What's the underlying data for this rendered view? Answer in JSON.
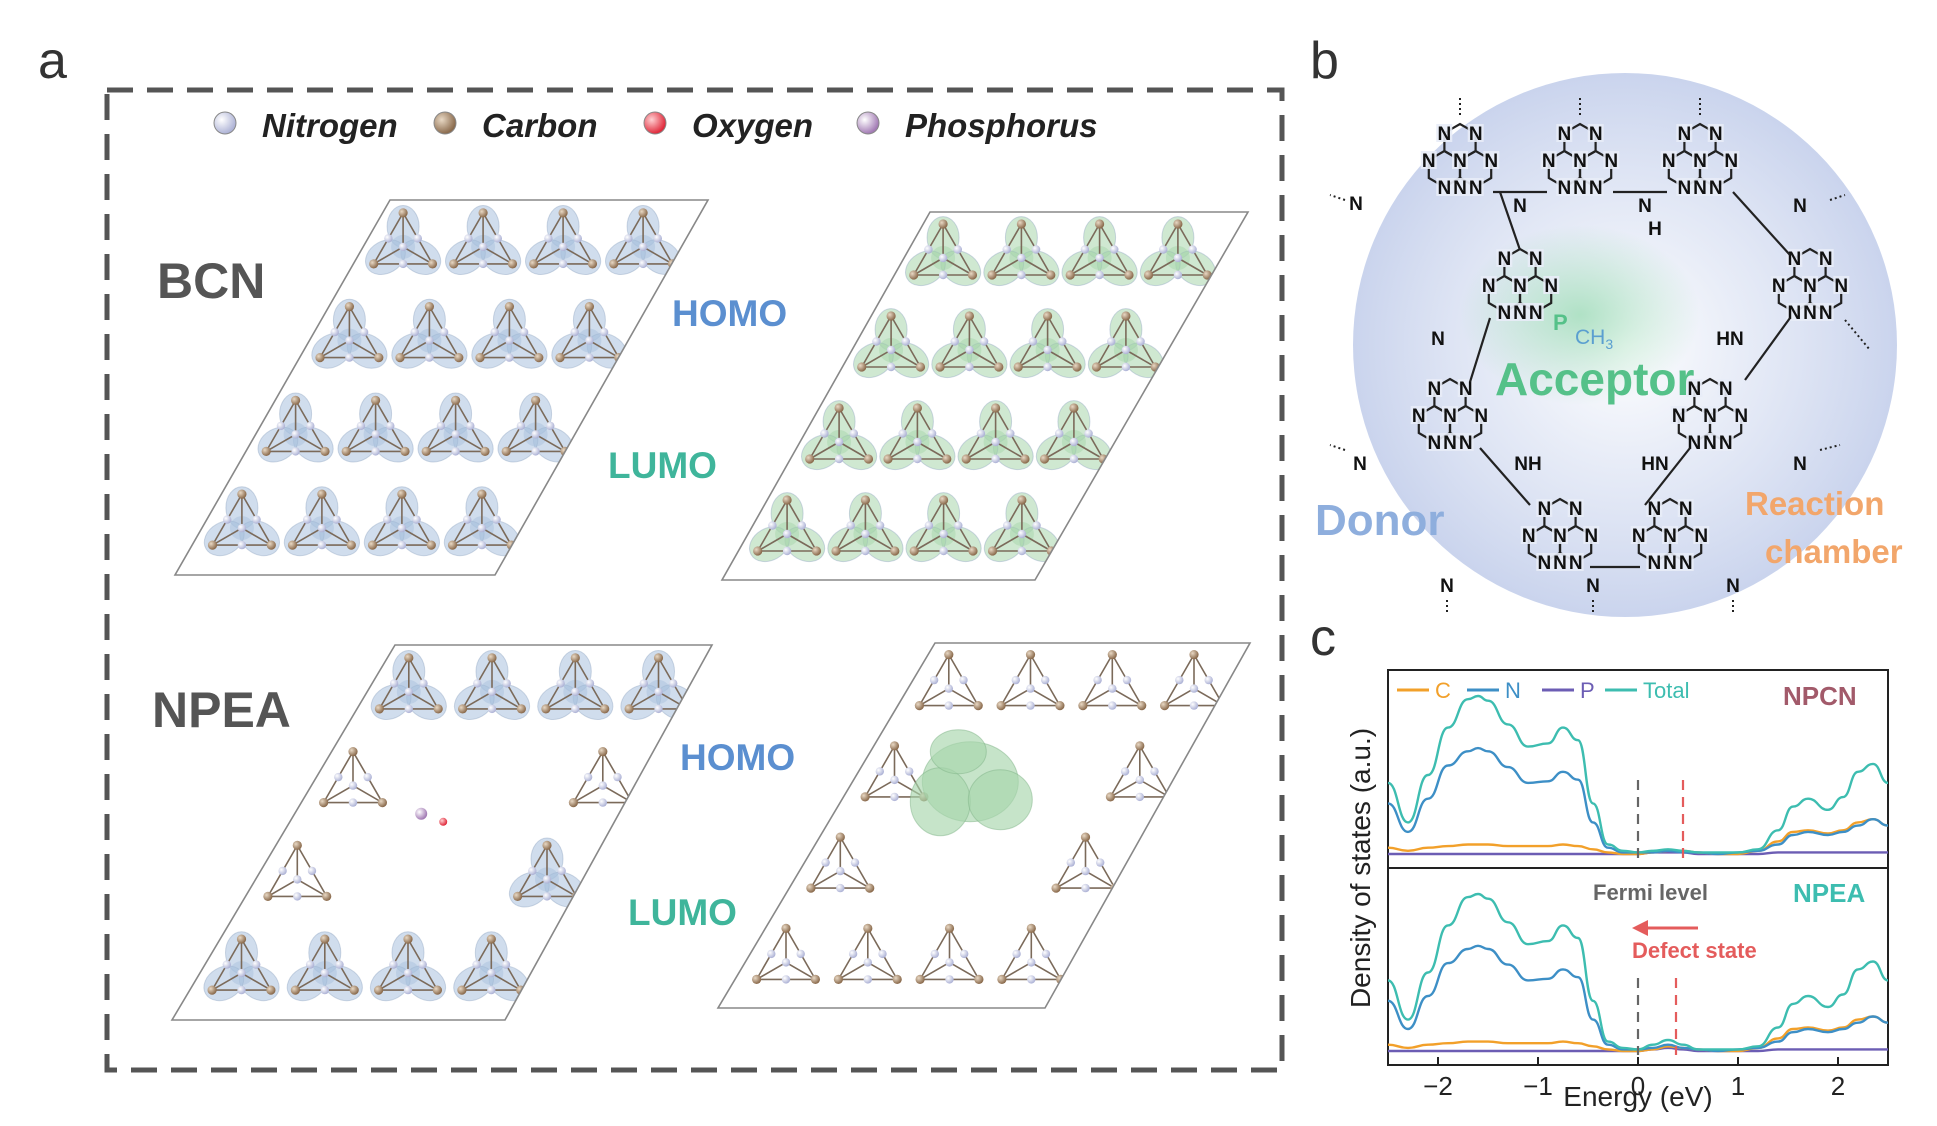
{
  "panel_a": {
    "label": "a",
    "legend": [
      {
        "name": "Nitrogen",
        "color": "#c9cde6"
      },
      {
        "name": "Carbon",
        "color": "#a0876c"
      },
      {
        "name": "Oxygen",
        "color": "#e8505a"
      },
      {
        "name": "Phosphorus",
        "color": "#b99ac6"
      }
    ],
    "rows": [
      {
        "name": "BCN",
        "homo": "HOMO",
        "lumo": "LUMO"
      },
      {
        "name": "NPEA",
        "homo": "HOMO",
        "lumo": "LUMO"
      }
    ],
    "colors": {
      "homo_lobe": "#a9c1de",
      "lumo_lobe": "#a8d5ac",
      "frame": "#555555",
      "homo_text": "#5b8fd0",
      "lumo_text": "#3fb59b"
    }
  },
  "panel_b": {
    "label": "b",
    "acceptor": "Acceptor",
    "donor": "Donor",
    "chamber": [
      "Reaction",
      "chamber"
    ],
    "p_label": "P",
    "ch3_label": "CH",
    "ch3_sub": "3",
    "atom_N": "N",
    "atom_H": "H",
    "atom_NH": "NH",
    "atom_HN": "HN",
    "colors": {
      "acceptor": "#55c189",
      "donor": "#8eaedd",
      "chamber": "#f2a66b",
      "glow": "#c8d3ee"
    }
  },
  "panel_c": {
    "label": "c",
    "ylabel": "Density of states (a.u.)",
    "xlabel": "Energy (eV)",
    "top_title": "NPCN",
    "bottom_title": "NPEA",
    "fermi": "Fermi level",
    "defect": "Defect state",
    "legend": [
      {
        "name": "C",
        "color": "#f2a02a"
      },
      {
        "name": "N",
        "color": "#3d8fc6"
      },
      {
        "name": "P",
        "color": "#6c5db4"
      },
      {
        "name": "Total",
        "color": "#3dbdb0"
      }
    ],
    "xticks": [
      "−2",
      "−1",
      "0",
      "1",
      "2"
    ],
    "colors": {
      "top_title": "#a25a6a",
      "bottom_title": "#3dbdb0",
      "defect": "#e45c5c",
      "fermi_line": "#666666"
    }
  },
  "chart_data": {
    "type": "line",
    "title": "",
    "xlabel": "Energy (eV)",
    "ylabel": "Density of states (a.u.)",
    "xlim": [
      -2.5,
      2.5
    ],
    "subplots": [
      {
        "name": "NPCN",
        "fermi_level_ev": 0,
        "defect_state_ev": 0.45,
        "x": [
          -2.5,
          -2.3,
          -2.1,
          -1.9,
          -1.7,
          -1.6,
          -1.5,
          -1.3,
          -1.1,
          -0.9,
          -0.75,
          -0.6,
          -0.45,
          -0.3,
          -0.15,
          0,
          0.15,
          0.3,
          0.45,
          0.6,
          0.8,
          1.0,
          1.2,
          1.4,
          1.55,
          1.7,
          1.9,
          2.05,
          2.2,
          2.35,
          2.5
        ],
        "series": [
          {
            "name": "Total",
            "values": [
              0.45,
              0.2,
              0.5,
              0.8,
              0.98,
              1.0,
              0.97,
              0.82,
              0.68,
              0.7,
              0.8,
              0.72,
              0.32,
              0.06,
              0.02,
              0.01,
              0.02,
              0.03,
              0.02,
              0.01,
              0.01,
              0.01,
              0.03,
              0.15,
              0.3,
              0.35,
              0.28,
              0.36,
              0.52,
              0.57,
              0.45
            ]
          },
          {
            "name": "N",
            "values": [
              0.32,
              0.14,
              0.35,
              0.56,
              0.65,
              0.67,
              0.65,
              0.55,
              0.45,
              0.46,
              0.52,
              0.47,
              0.2,
              0.04,
              0.01,
              0.01,
              0.01,
              0.02,
              0.01,
              0.01,
              0.0,
              0.01,
              0.02,
              0.06,
              0.12,
              0.14,
              0.12,
              0.14,
              0.18,
              0.22,
              0.18
            ]
          },
          {
            "name": "C",
            "values": [
              0.04,
              0.02,
              0.04,
              0.05,
              0.06,
              0.06,
              0.06,
              0.05,
              0.05,
              0.05,
              0.06,
              0.05,
              0.03,
              0.01,
              0.0,
              0.0,
              0.01,
              0.02,
              0.02,
              0.01,
              0.0,
              0.0,
              0.02,
              0.08,
              0.14,
              0.15,
              0.13,
              0.15,
              0.2,
              0.22,
              0.18
            ]
          },
          {
            "name": "P",
            "values": [
              0.0,
              0.0,
              0.0,
              0.0,
              0.0,
              0.0,
              0.0,
              0.0,
              0.0,
              0.0,
              0.0,
              0.0,
              0.0,
              0.0,
              0.0,
              0.0,
              0.01,
              0.01,
              0.01,
              0.0,
              0.0,
              0.0,
              0.0,
              0.01,
              0.01,
              0.01,
              0.01,
              0.01,
              0.01,
              0.01,
              0.01
            ]
          }
        ]
      },
      {
        "name": "NPEA",
        "fermi_level_ev": 0,
        "defect_state_ev": 0.38,
        "x": [
          -2.5,
          -2.3,
          -2.1,
          -1.9,
          -1.7,
          -1.6,
          -1.5,
          -1.3,
          -1.1,
          -0.9,
          -0.75,
          -0.6,
          -0.45,
          -0.3,
          -0.15,
          0,
          0.15,
          0.3,
          0.45,
          0.6,
          0.8,
          1.0,
          1.2,
          1.4,
          1.55,
          1.7,
          1.9,
          2.05,
          2.2,
          2.35,
          2.5
        ],
        "series": [
          {
            "name": "Total",
            "values": [
              0.45,
              0.2,
              0.5,
              0.8,
              0.98,
              1.0,
              0.97,
              0.82,
              0.68,
              0.7,
              0.8,
              0.72,
              0.32,
              0.06,
              0.02,
              0.01,
              0.04,
              0.07,
              0.04,
              0.01,
              0.01,
              0.01,
              0.03,
              0.15,
              0.3,
              0.35,
              0.28,
              0.36,
              0.52,
              0.57,
              0.45
            ]
          },
          {
            "name": "N",
            "values": [
              0.32,
              0.14,
              0.35,
              0.56,
              0.65,
              0.67,
              0.65,
              0.55,
              0.45,
              0.46,
              0.52,
              0.47,
              0.2,
              0.04,
              0.01,
              0.01,
              0.02,
              0.04,
              0.02,
              0.01,
              0.0,
              0.01,
              0.02,
              0.06,
              0.12,
              0.14,
              0.12,
              0.14,
              0.18,
              0.22,
              0.18
            ]
          },
          {
            "name": "C",
            "values": [
              0.04,
              0.02,
              0.04,
              0.05,
              0.06,
              0.06,
              0.06,
              0.05,
              0.05,
              0.05,
              0.06,
              0.05,
              0.03,
              0.01,
              0.0,
              0.0,
              0.01,
              0.03,
              0.02,
              0.01,
              0.0,
              0.0,
              0.02,
              0.08,
              0.14,
              0.15,
              0.13,
              0.15,
              0.2,
              0.22,
              0.18
            ]
          },
          {
            "name": "P",
            "values": [
              0.0,
              0.0,
              0.0,
              0.0,
              0.0,
              0.0,
              0.0,
              0.0,
              0.0,
              0.0,
              0.0,
              0.0,
              0.0,
              0.0,
              0.0,
              0.0,
              0.01,
              0.02,
              0.01,
              0.0,
              0.0,
              0.0,
              0.0,
              0.01,
              0.01,
              0.01,
              0.01,
              0.01,
              0.01,
              0.01,
              0.01
            ]
          }
        ]
      }
    ]
  }
}
